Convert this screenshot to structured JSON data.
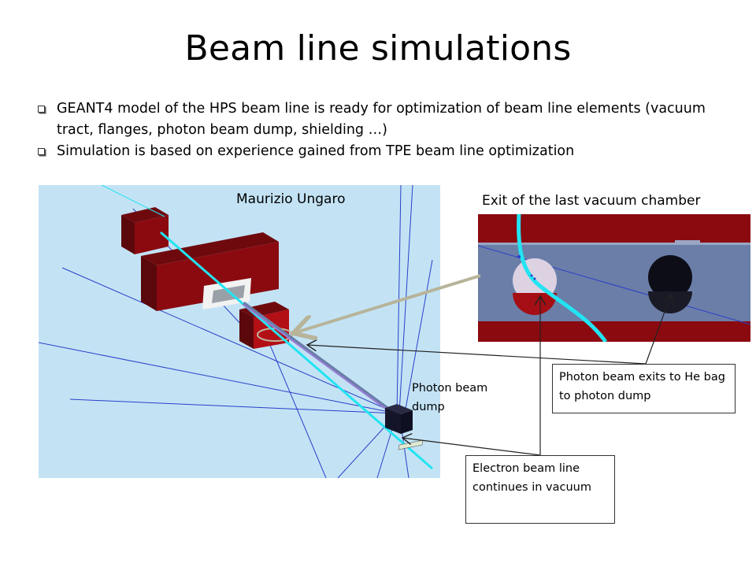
{
  "slide": {
    "title": "Beam line simulations",
    "bullets": [
      "GEANT4 model of the HPS beam line is ready for optimization of beam line elements (vacuum tract, flanges, photon beam dump, shielding …)",
      "Simulation is based on experience gained from TPE beam line optimization"
    ],
    "author_label": "Maurizio Ungaro",
    "inset_title": "Exit of the last vacuum chamber",
    "dump_label": "Photon beam dump",
    "callout_photon": "Photon beam exits to He bag to photon dump",
    "callout_electron": "Electron beam line continues in vacuum"
  },
  "colors": {
    "sim_background": "#c3e3f5",
    "magnet_red": "#8b0a10",
    "beam_cyan": "#22e4f2",
    "track_blue": "#2a3fc8",
    "chamber_gray": "#6a7ea8"
  },
  "icons": {
    "bullet": "square-bullet-icon"
  }
}
